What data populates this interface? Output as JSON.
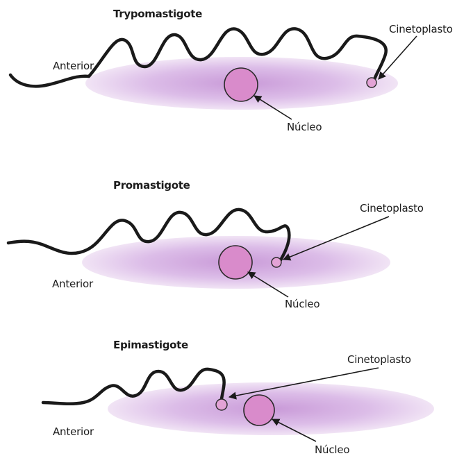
{
  "colors": {
    "body_fill": "#d9b6e6",
    "nucleus_fill": "#d98bcb",
    "kinetoplast_fill": "#e3a3d6",
    "flagellum": "#1a1a1a",
    "text": "#1c1c1c"
  },
  "stages": [
    {
      "title": "Trypomastigote",
      "anterior_label": "Anterior",
      "kinetoplast_label": "Cinetoplasto",
      "nucleus_label": "Núcleo"
    },
    {
      "title": "Promastigote",
      "anterior_label": "Anterior",
      "kinetoplast_label": "Cinetoplasto",
      "nucleus_label": "Núcleo"
    },
    {
      "title": "Epimastigote",
      "anterior_label": "Anterior",
      "kinetoplast_label": "Cinetoplasto",
      "nucleus_label": "Núcleo"
    }
  ]
}
